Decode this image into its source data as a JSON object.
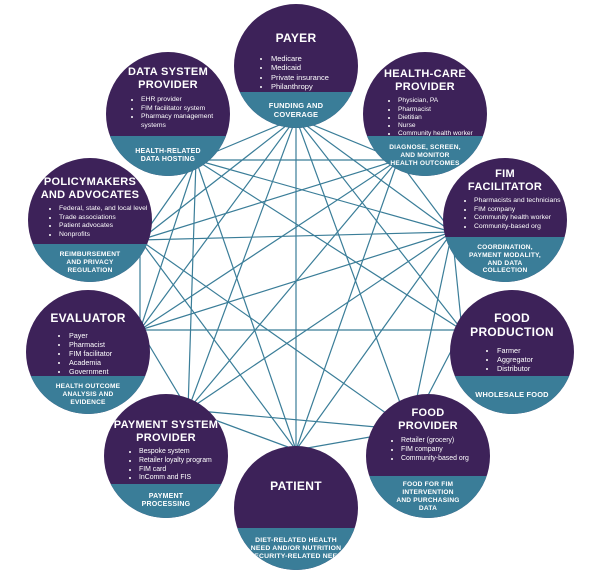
{
  "colors": {
    "circle": "#3d2259",
    "band": "#3a7d98",
    "edge": "#3a7d98",
    "text": "#ffffff"
  },
  "nodes": {
    "payer": {
      "title": "PAYER",
      "items": [
        "Medicare",
        "Medicaid",
        "Private insurance",
        "Philanthropy"
      ],
      "role": "FUNDING AND\nCOVERAGE"
    },
    "health_care_provider": {
      "title": "HEALTH-CARE\nPROVIDER",
      "items": [
        "Physician, PA",
        "Pharmacist",
        "Dietitian",
        "Nurse",
        "Community health worker"
      ],
      "role": "DIAGNOSE, SCREEN,\nAND MONITOR\nHEALTH OUTCOMES"
    },
    "fim_facilitator": {
      "title": "FIM\nFACILITATOR",
      "items": [
        "Pharmacists and technicians",
        "FIM company",
        "Community health worker",
        "Community-based org"
      ],
      "role": "COORDINATION,\nPAYMENT MODALITY,\nAND DATA\nCOLLECTION"
    },
    "food_production": {
      "title": "FOOD\nPRODUCTION",
      "items": [
        "Farmer",
        "Aggregator",
        "Distributor"
      ],
      "role": "WHOLESALE FOOD"
    },
    "food_provider": {
      "title": "FOOD\nPROVIDER",
      "items": [
        "Retailer (grocery)",
        "FIM company",
        "Community-based org"
      ],
      "role": "FOOD FOR FIM\nINTERVENTION\nAND PURCHASING\nDATA"
    },
    "patient": {
      "title": "PATIENT",
      "items": [],
      "role": "DIET-RELATED HEALTH\nNEED AND/OR NUTRITION\nSECURITY-RELATED NEED"
    },
    "payment_system_provider": {
      "title": "PAYMENT SYSTEM\nPROVIDER",
      "items": [
        "Bespoke system",
        "Retailer loyalty program",
        "FIM card",
        "InComm and FIS"
      ],
      "role": "PAYMENT\nPROCESSING"
    },
    "evaluator": {
      "title": "EVALUATOR",
      "items": [
        "Payer",
        "Pharmacist",
        "FIM facilitator",
        "Academia",
        "Government"
      ],
      "role": "HEALTH OUTCOME\nANALYSIS AND\nEVIDENCE"
    },
    "policymakers": {
      "title": "POLICYMAKERS\nAND ADVOCATES",
      "items": [
        "Federal, state, and local level",
        "Trade associations",
        "Patient advocates",
        "Nonprofits"
      ],
      "role": "REIMBURSEMENT\nAND PRIVACY\nREGULATION"
    },
    "data_system_provider": {
      "title": "DATA SYSTEM\nPROVIDER",
      "items": [
        "EHR provider",
        "FIM facilitator system",
        "Pharmacy management systems"
      ],
      "role": "HEALTH-RELATED\nDATA HOSTING"
    }
  }
}
